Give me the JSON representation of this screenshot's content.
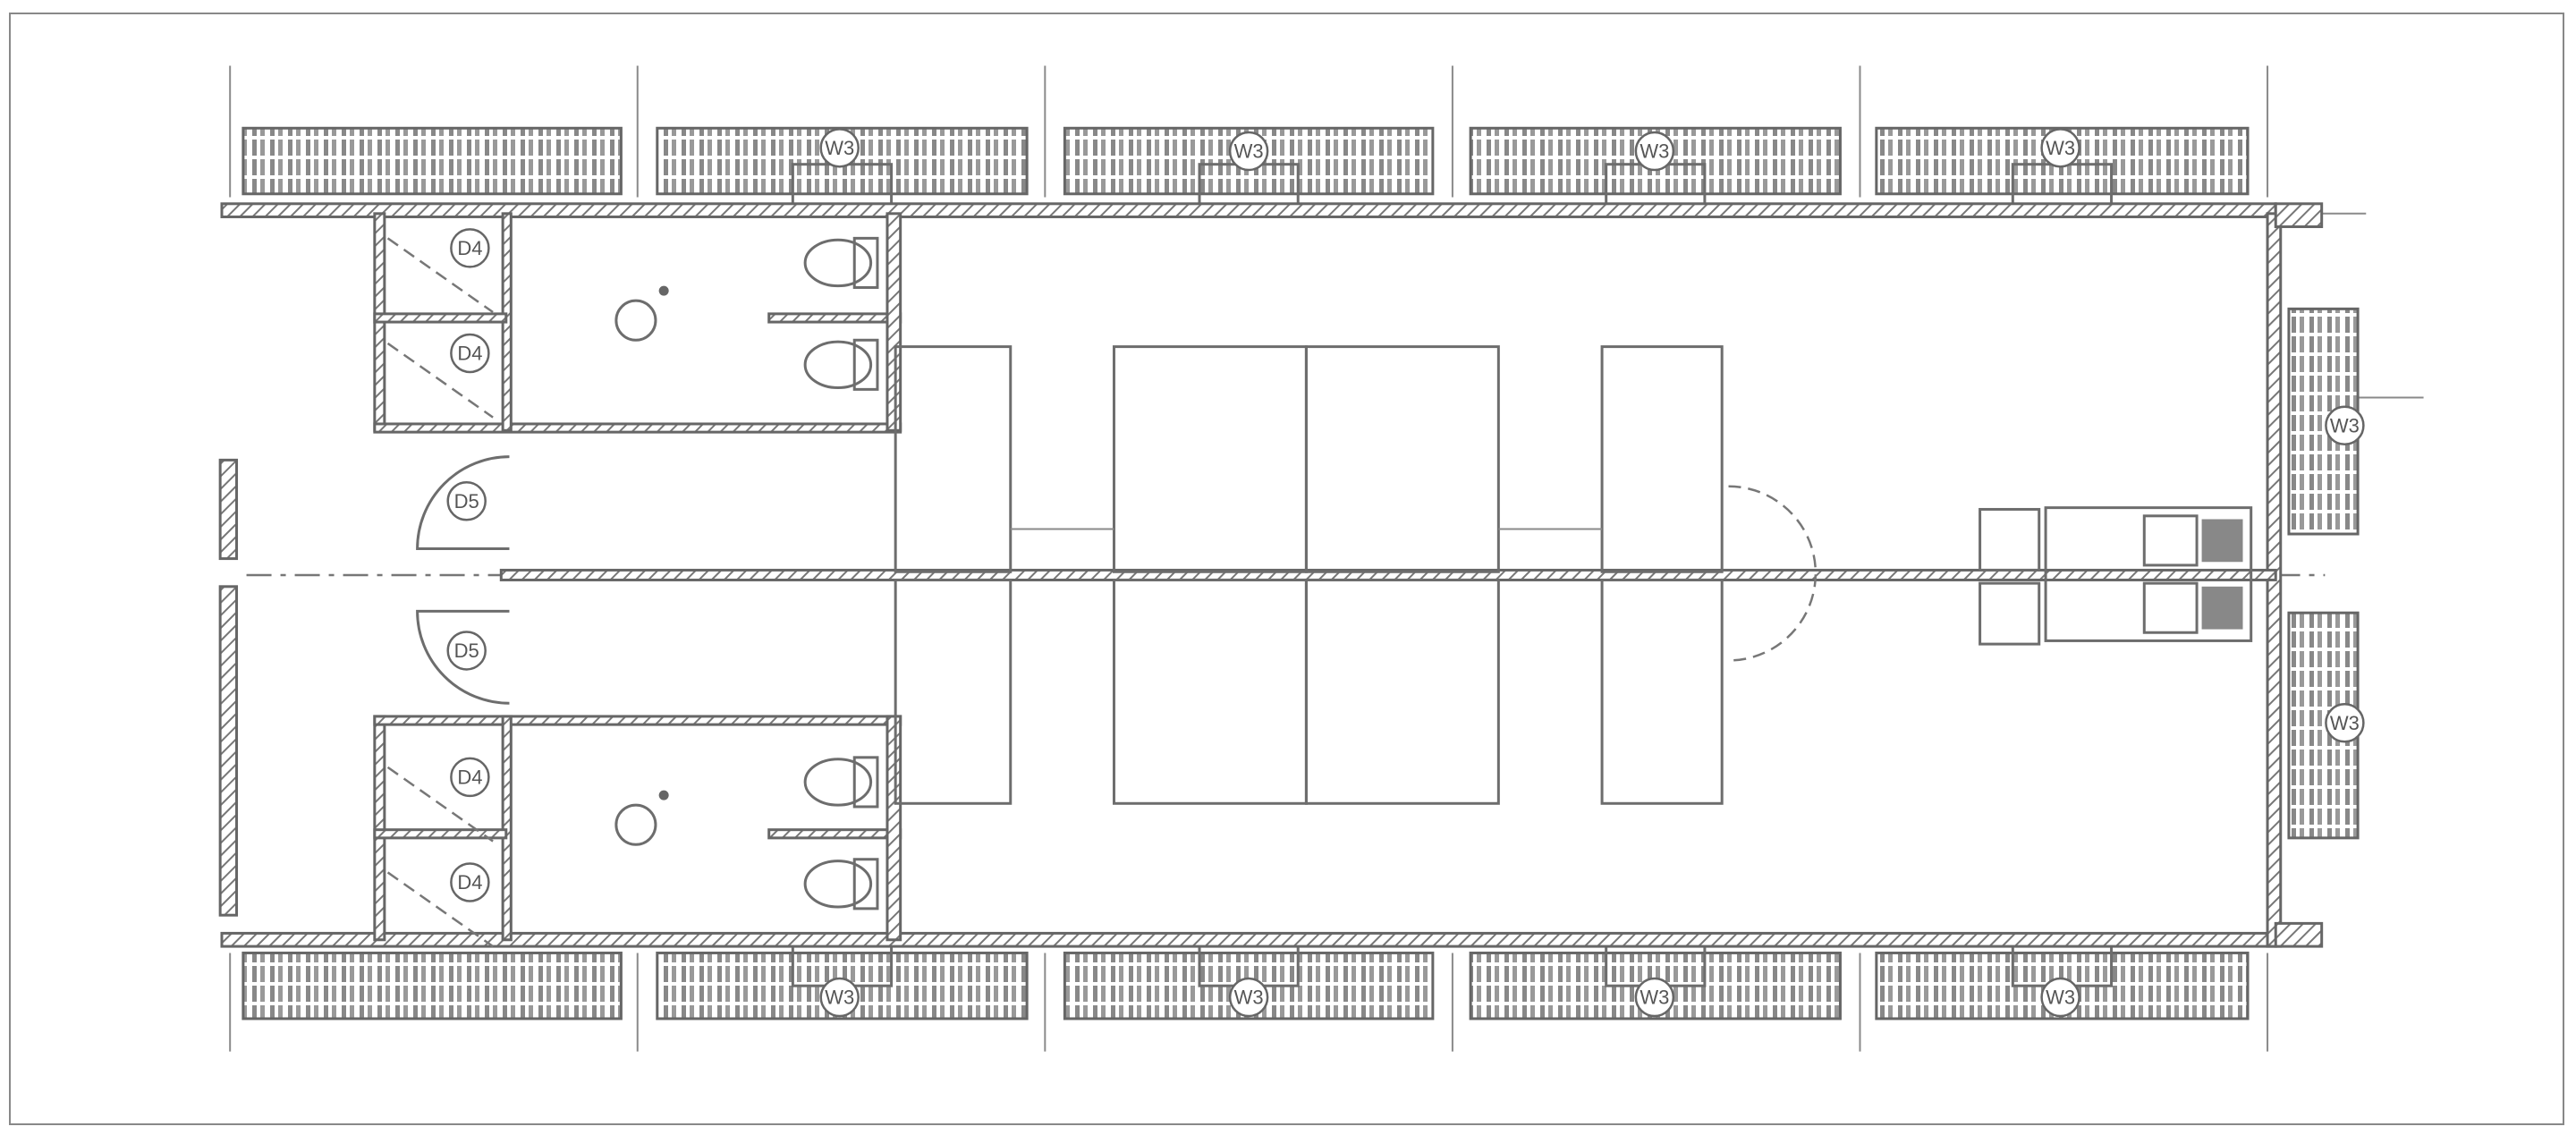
{
  "drawing": {
    "line_color": "#6d6d6d",
    "background": "#ffffff",
    "door_tags": [
      "D4",
      "D4",
      "D4",
      "D4",
      "D5",
      "D5"
    ],
    "window_tags": [
      "W3",
      "W3",
      "W3",
      "W3",
      "W3",
      "W3",
      "W3",
      "W3",
      "W3",
      "W3"
    ]
  }
}
